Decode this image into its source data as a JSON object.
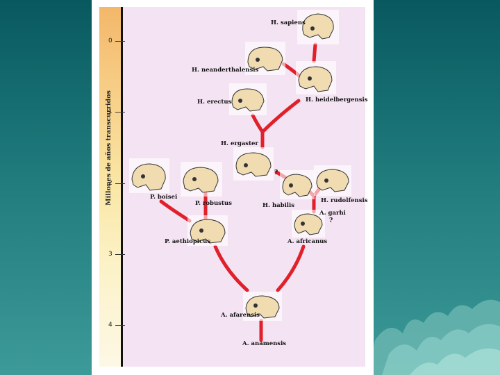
{
  "axis": {
    "label": "Millones de años transcurridos",
    "ticks": [
      "0",
      "1",
      "2",
      "3",
      "4"
    ]
  },
  "species": {
    "sapiens": "H. sapiens",
    "neanderthalensis": "H. neanderthalensis",
    "heidelbergensis": "H. heidelbergensis",
    "erectus": "H. erectus",
    "ergaster": "H. ergaster",
    "habilis": "H. habilis",
    "rudolfensis": "H. rudolfensis",
    "garhi": "A. garhi",
    "boisei": "P. boisei",
    "robustus": "P. robustus",
    "aethiopicus": "P. aethiopicus",
    "africanus": "A. africanus",
    "afarensis": "A. afarensis",
    "anamensis": "A. anamensis"
  },
  "uncertain_marks": {
    "ergaster_link": "?",
    "garhi_link": "?"
  },
  "colors": {
    "branch": "#e0202a",
    "plot_bg": "#f4e3f3",
    "skull_fill": "#f0dcb0"
  }
}
